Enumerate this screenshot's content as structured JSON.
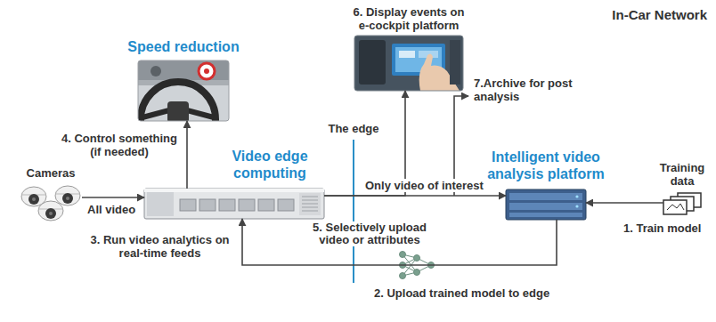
{
  "diagram": {
    "nodes": [
      {
        "text": [
          "Speed reduction"
        ]
      },
      {
        "text": [
          "6. Display events on e-cockpit platform"
        ]
      },
      {
        "text": [
          "Cameras"
        ]
      },
      {
        "text": [
          "Video edge computing"
        ]
      },
      {
        "text": [
          "Intelligent video analysis platform"
        ]
      },
      {
        "text": [
          "Training data"
        ]
      }
    ],
    "edges": [
      {
        "from": 2,
        "to": 3,
        "label": "All video",
        "arrow": "to"
      },
      {
        "from": 3,
        "to": 0,
        "label": "4. Control something (if needed)",
        "arrow": "to"
      },
      {
        "from": 3,
        "to": 4,
        "label": "Only video of interest",
        "arrow": "to"
      },
      {
        "from": 3,
        "to": 1,
        "arrow": "to"
      },
      {
        "from": 5,
        "to": 4,
        "label": "1. Train model",
        "arrow": "to"
      },
      {
        "from": 4,
        "to": 3,
        "label": "2. Upload trained model to edge",
        "arrow": "to"
      }
    ],
    "labels": [
      "In-Car Network",
      "7.Archive for post analysis",
      "The edge",
      "3. Run video analytics on real-time feeds",
      "5. Selectively upload video or attributes"
    ]
  }
}
